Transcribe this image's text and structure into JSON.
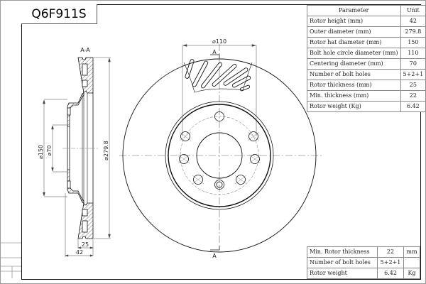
{
  "title": {
    "part_number": "Q6F911S"
  },
  "spec_table": {
    "headers": {
      "parameter": "Parameter",
      "unit": "Unit"
    },
    "rows": [
      {
        "parameter": "Rotor height (mm)",
        "value": "42"
      },
      {
        "parameter": "Outer diameter (mm)",
        "value": "279.8"
      },
      {
        "parameter": "Rotor hat diameter (mm)",
        "value": "150"
      },
      {
        "parameter": "Bolt hole circle diameter (mm)",
        "value": "110"
      },
      {
        "parameter": "Centering diameter (mm)",
        "value": "70"
      },
      {
        "parameter": "Number of bolt holes",
        "value": "5+2+1"
      },
      {
        "parameter": "Rotor thickness (mm)",
        "value": "25"
      },
      {
        "parameter": "Min. thickness (mm)",
        "value": "22"
      },
      {
        "parameter": "Rotor weight (Kg)",
        "value": "6.42"
      }
    ]
  },
  "summary_table": {
    "rows": [
      {
        "parameter": "Min. Rotor thickness",
        "value": "22",
        "unit": "mm"
      },
      {
        "parameter": "Number of bolt holes",
        "value": "5+2+1",
        "unit": ""
      },
      {
        "parameter": "Rotor weight",
        "value": "6.42",
        "unit": "Kg"
      }
    ]
  },
  "drawing": {
    "section_label": "A-A",
    "section_marker_top": "A",
    "section_marker_bottom": "A",
    "dimensions": {
      "bolt_circle": "⌀110",
      "hat_diameter": "⌀150",
      "centering_diameter": "⌀70",
      "outer_diameter": "⌀279.8",
      "rotor_thickness": "25",
      "rotor_height": "42"
    },
    "colors": {
      "line": "#111111",
      "thin_line": "#555555",
      "frame_gray": "#9a9a9a"
    }
  }
}
